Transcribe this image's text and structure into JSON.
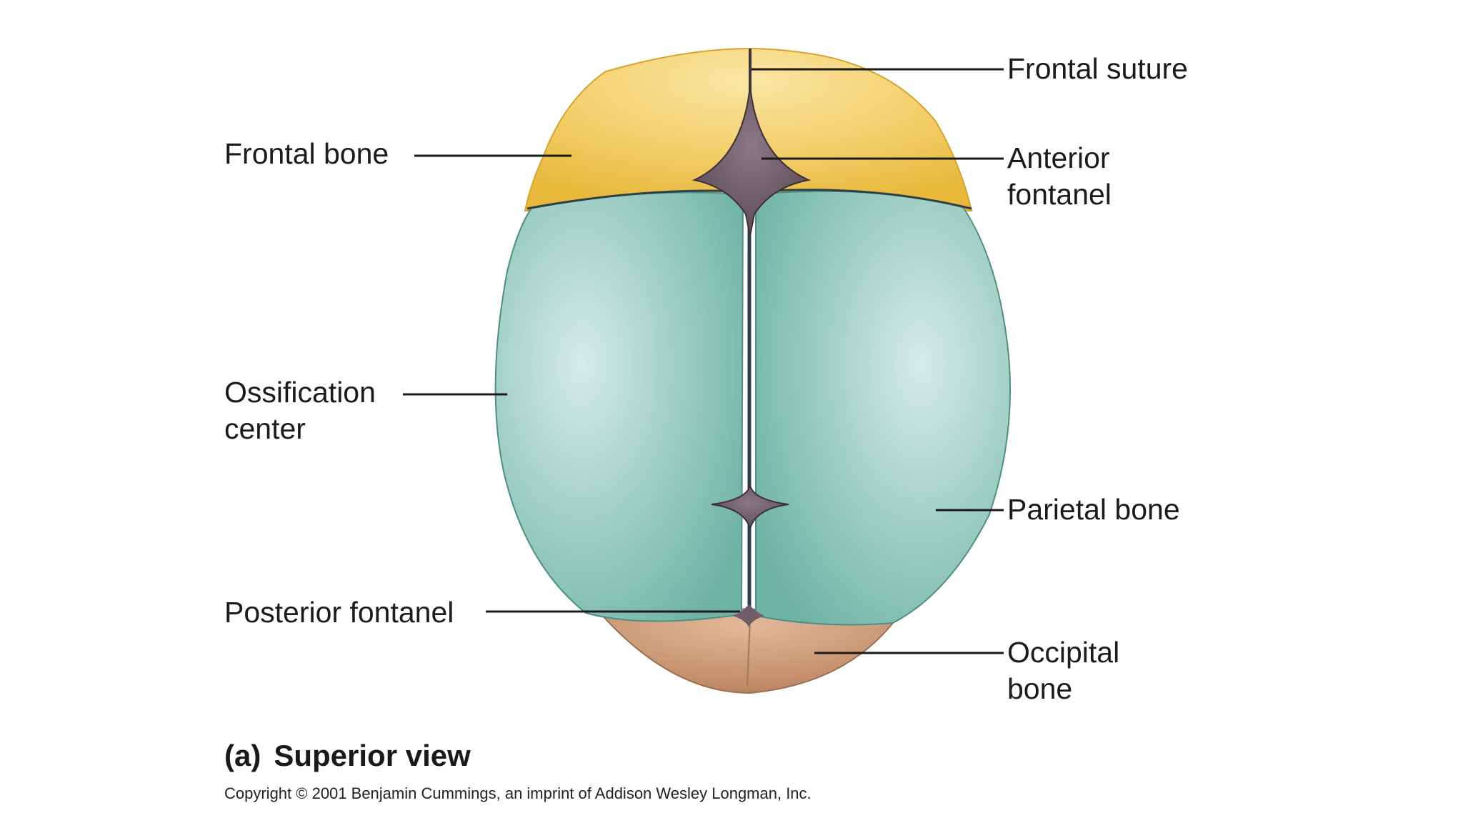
{
  "diagram": {
    "labels": {
      "frontal_suture": "Frontal suture",
      "frontal_bone": "Frontal bone",
      "anterior_fontanel": [
        "Anterior",
        "fontanel"
      ],
      "ossification_center": [
        "Ossification",
        "center"
      ],
      "parietal_bone": "Parietal bone",
      "posterior_fontanel": "Posterior fontanel",
      "occipital_bone": [
        "Occipital",
        "bone"
      ]
    },
    "caption": {
      "letter": "(a)",
      "title": "Superior view"
    },
    "copyright": "Copyright © 2001 Benjamin Cummings, an imprint of Addison Wesley Longman, Inc.",
    "colors": {
      "frontal_bone": "#f1c95a",
      "parietal_bone": "#8fc6ba",
      "occipital_bone": "#c9926d",
      "fontanel": "#6f5d67",
      "leader_line": "#1a1a1a"
    }
  }
}
